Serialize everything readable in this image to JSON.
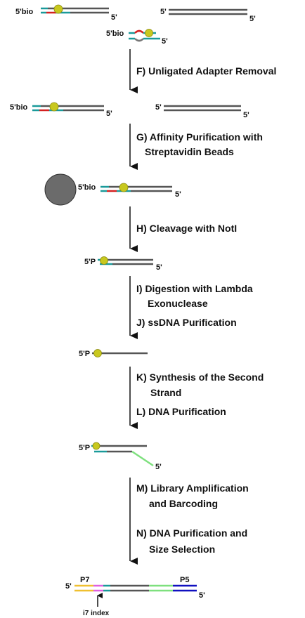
{
  "colors": {
    "strand": "#555555",
    "teal": "#1a9a9a",
    "red": "#d42020",
    "bead_dot": "#c8c81e",
    "bead_outline": "#8a8a10",
    "affinity_bead": "#6b6b6b",
    "green": "#7ee07e",
    "orange": "#f0c030",
    "magenta": "#e060e0",
    "blue": "#1010c0",
    "arrow": "#111111"
  },
  "labels": {
    "bio": "5'bio",
    "five": "5'",
    "five_p": "5'P",
    "p7": "P7",
    "p5": "P5",
    "i7": "i7 index"
  },
  "steps": {
    "f": "F) Unligated Adapter Removal",
    "g1": "G) Affinity Purification with",
    "g2": "Streptavidin Beads",
    "h": "H) Cleavage with NotI",
    "i1": "I) Digestion with Lambda",
    "i2": "Exonuclease",
    "j": "J) ssDNA Purification",
    "k1": "K) Synthesis of the Second",
    "k2": "Strand",
    "l": "L) DNA Purification",
    "m1": "M) Library Amplification",
    "m2": "and Barcoding",
    "n1": "N) DNA Purification and",
    "n2": "Size Selection"
  }
}
